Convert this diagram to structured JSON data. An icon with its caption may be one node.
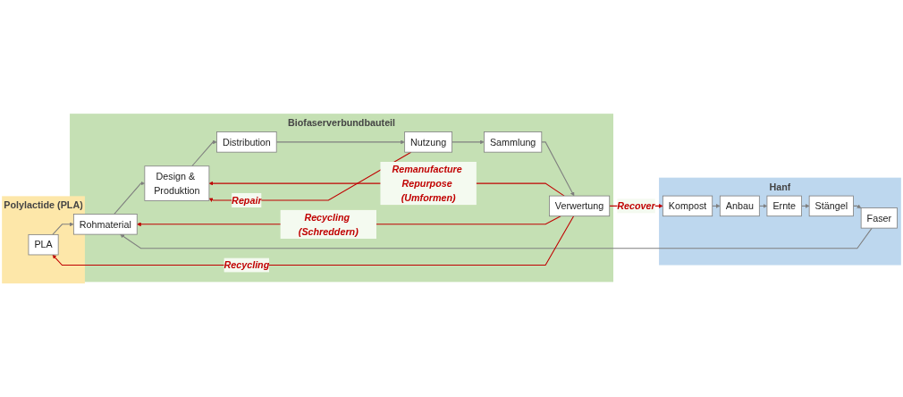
{
  "diagram": {
    "nodes": [
      {
        "text": [
          "Polylactide (PLA)"
        ]
      },
      {
        "text": [
          "PLA"
        ],
        "in": 0
      },
      {
        "text": [
          "Hanf"
        ]
      },
      {
        "text": [
          "Stängel"
        ],
        "in": 2
      },
      {
        "text": [
          "Faser"
        ],
        "in": 2
      },
      {
        "text": [
          "Ernte"
        ],
        "in": 2
      },
      {
        "text": [
          "Anbau"
        ],
        "in": 2
      },
      {
        "text": [
          "Kompost"
        ],
        "in": 2
      },
      {
        "text": [
          "Biofaserverbundbauteil"
        ]
      },
      {
        "text": [
          "Rohmaterial"
        ],
        "in": 8
      },
      {
        "text": [
          "Design & Produktion"
        ],
        "in": 8
      },
      {
        "text": [
          "Verwertung"
        ],
        "in": 8
      },
      {
        "text": [
          "Distribution"
        ],
        "in": 8
      },
      {
        "text": [
          "Sammlung"
        ],
        "in": 8
      },
      {
        "text": [
          "Nutzung"
        ],
        "in": 8
      }
    ],
    "edges": [
      {
        "from": 1,
        "to": 9,
        "arrow": "to"
      },
      {
        "from": 4,
        "to": 9,
        "arrow": "to"
      },
      {
        "from": 3,
        "to": 4,
        "arrow": "to"
      },
      {
        "from": 5,
        "to": 3,
        "arrow": "to"
      },
      {
        "from": 6,
        "to": 5,
        "arrow": "to"
      },
      {
        "from": 7,
        "to": 6,
        "arrow": "to"
      },
      {
        "from": 9,
        "to": 10,
        "arrow": "to"
      },
      {
        "from": 10,
        "to": 12,
        "arrow": "to"
      },
      {
        "from": 12,
        "to": 14,
        "arrow": "to"
      },
      {
        "from": 14,
        "to": 13,
        "arrow": "to"
      },
      {
        "from": 13,
        "to": 11,
        "arrow": "to"
      },
      {
        "from": 11,
        "to": 1,
        "arrow": "to",
        "label": "Recycling",
        "color": "#c00000"
      },
      {
        "from": 11,
        "to": 9,
        "arrow": "to",
        "label": "Recycling (Schreddern)",
        "color": "#c00000"
      },
      {
        "from": 11,
        "to": 10,
        "arrow": "to",
        "label": "Remanufacture Repurpose (Umformen)",
        "color": "#c00000"
      },
      {
        "from": 11,
        "to": 7,
        "arrow": "to",
        "label": "Recover",
        "color": "#c00000"
      },
      {
        "from": 14,
        "to": 10,
        "arrow": "to",
        "label": "Repair",
        "color": "#c00000"
      }
    ]
  }
}
